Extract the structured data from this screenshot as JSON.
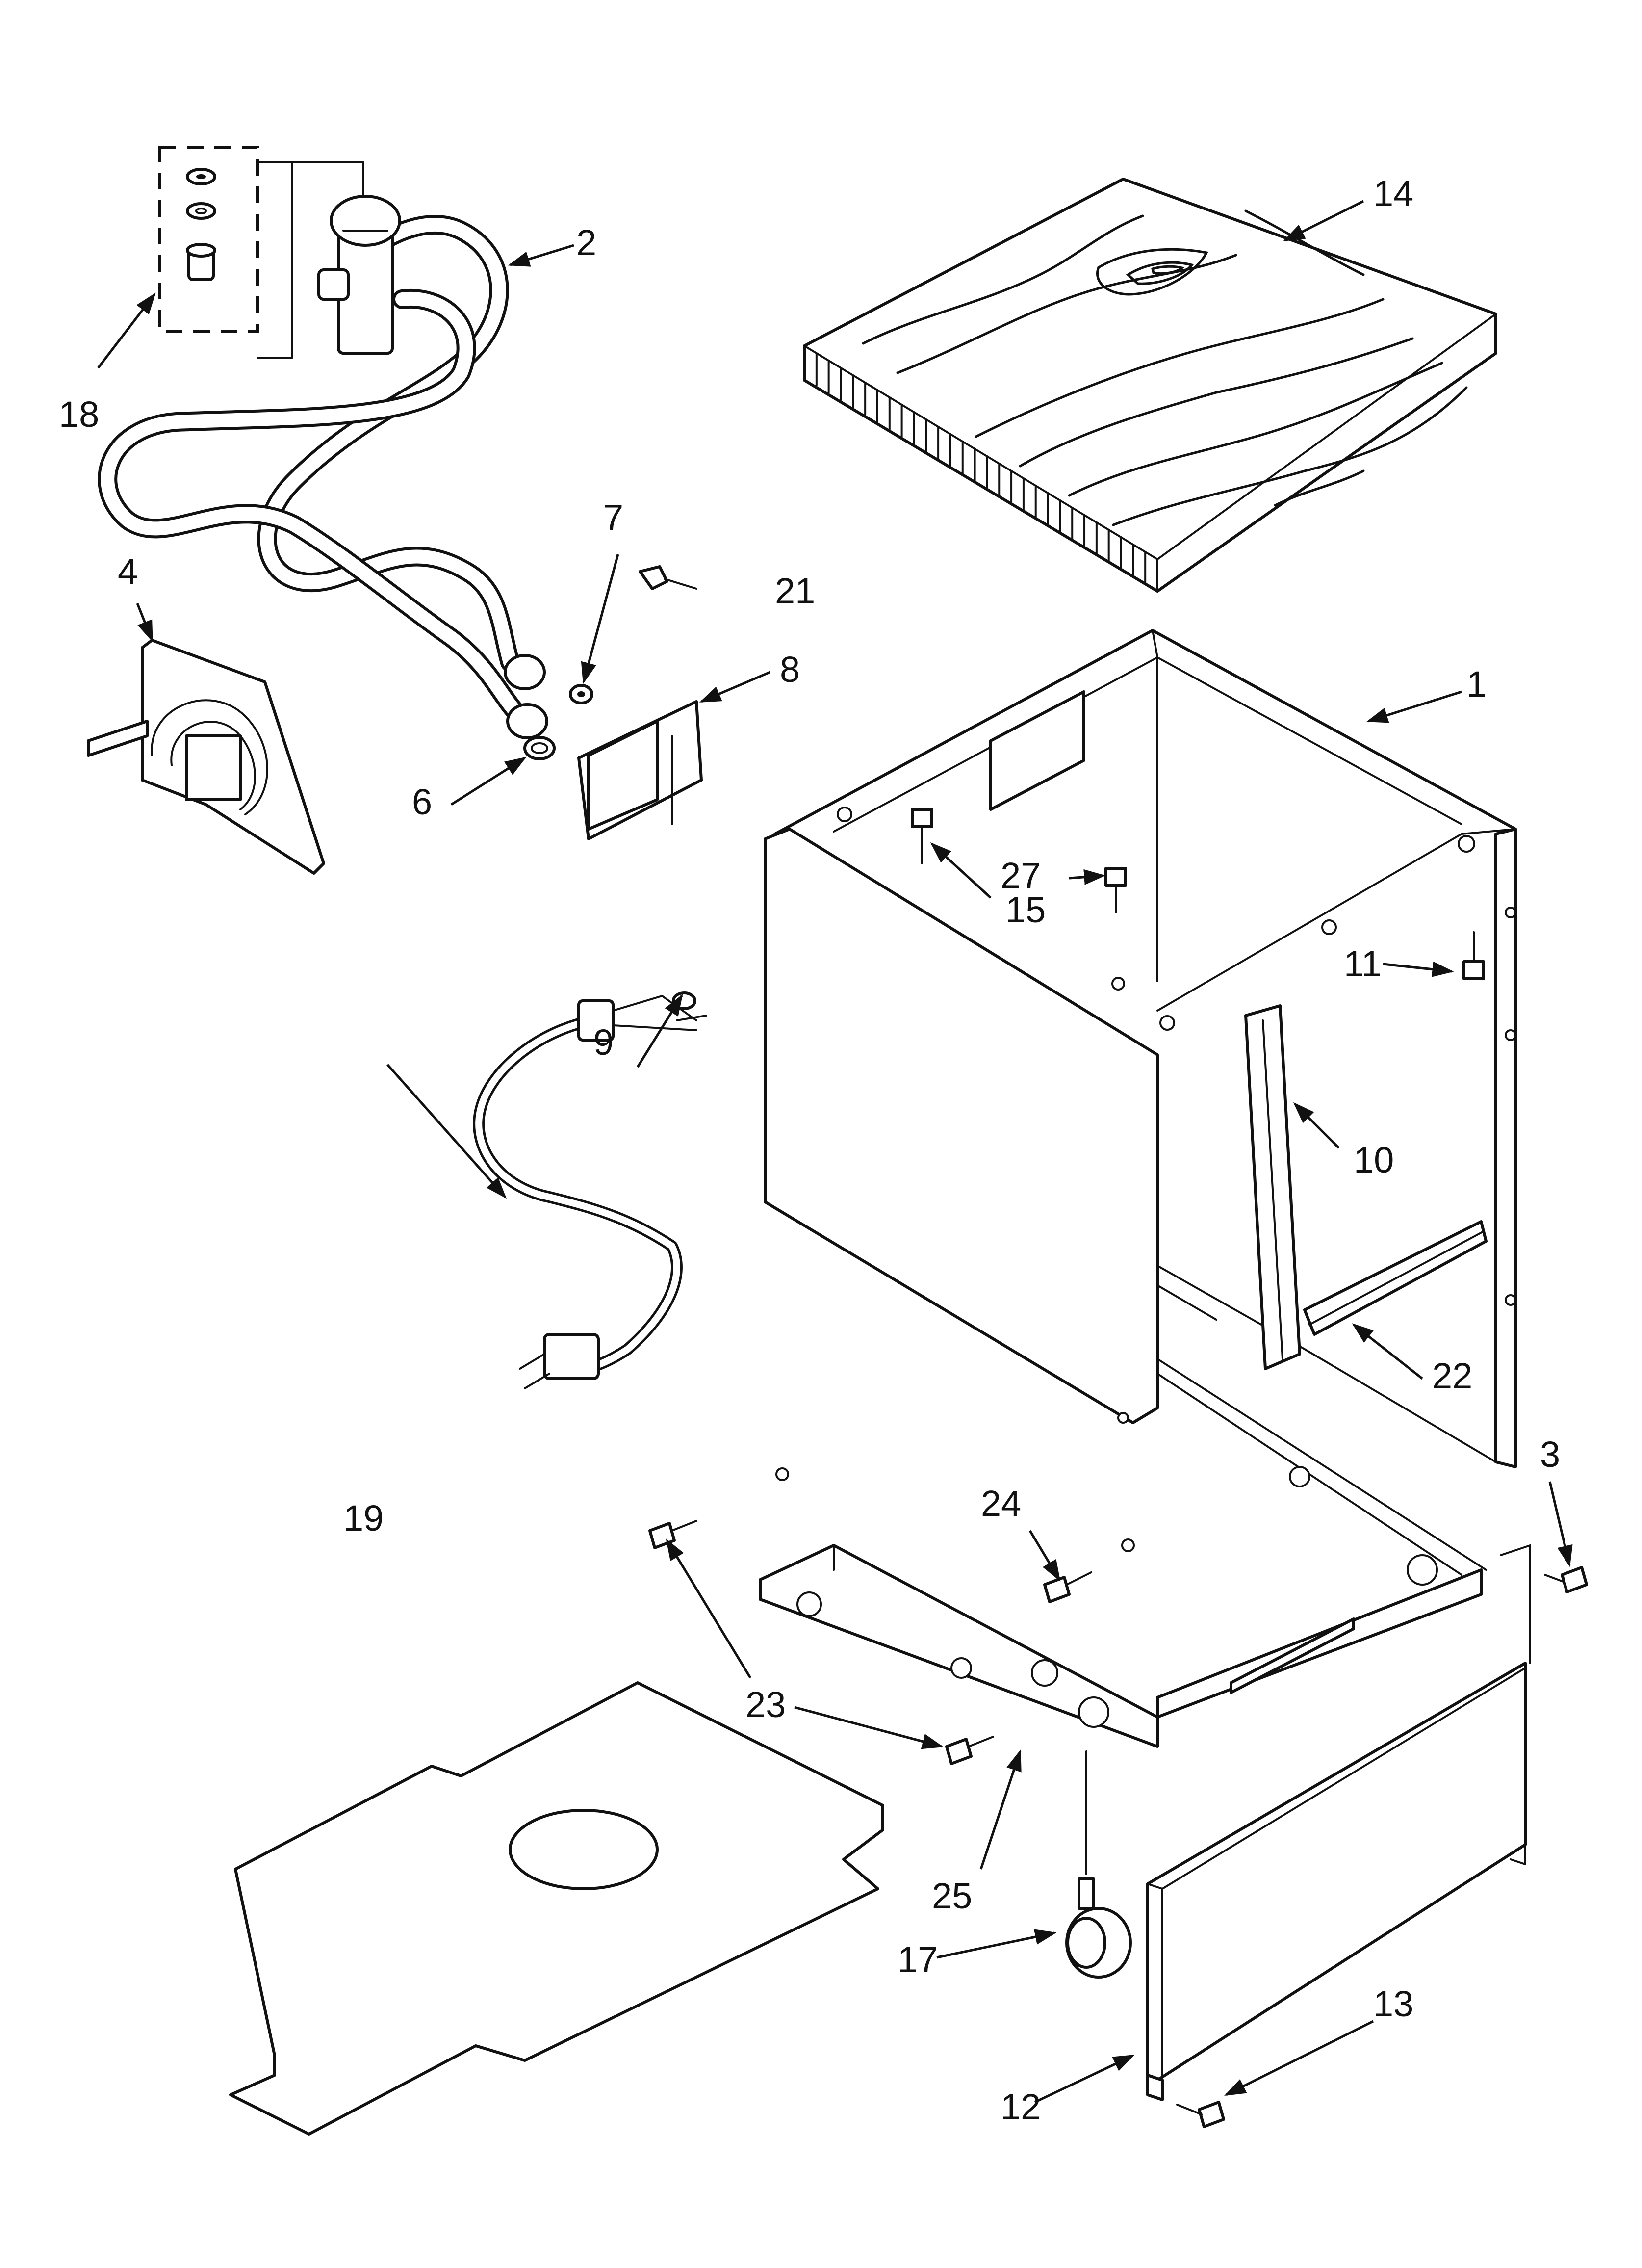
{
  "colors": {
    "line": "#111111",
    "background": "#ffffff"
  },
  "callouts": [
    {
      "id": "c1",
      "label": "1"
    },
    {
      "id": "c2",
      "label": "2"
    },
    {
      "id": "c3",
      "label": "3"
    },
    {
      "id": "c4",
      "label": "4"
    },
    {
      "id": "c6",
      "label": "6"
    },
    {
      "id": "c7",
      "label": "7"
    },
    {
      "id": "c8",
      "label": "8"
    },
    {
      "id": "c9",
      "label": "9"
    },
    {
      "id": "c10",
      "label": "10"
    },
    {
      "id": "c11",
      "label": "11"
    },
    {
      "id": "c12",
      "label": "12"
    },
    {
      "id": "c13",
      "label": "13"
    },
    {
      "id": "c14",
      "label": "14"
    },
    {
      "id": "c15",
      "label": "15"
    },
    {
      "id": "c17",
      "label": "17"
    },
    {
      "id": "c18",
      "label": "18"
    },
    {
      "id": "c19",
      "label": "19"
    },
    {
      "id": "c21",
      "label": "21"
    },
    {
      "id": "c22",
      "label": "22"
    },
    {
      "id": "c23",
      "label": "23"
    },
    {
      "id": "c24",
      "label": "24"
    },
    {
      "id": "c25",
      "label": "25"
    },
    {
      "id": "c27",
      "label": "27"
    }
  ]
}
